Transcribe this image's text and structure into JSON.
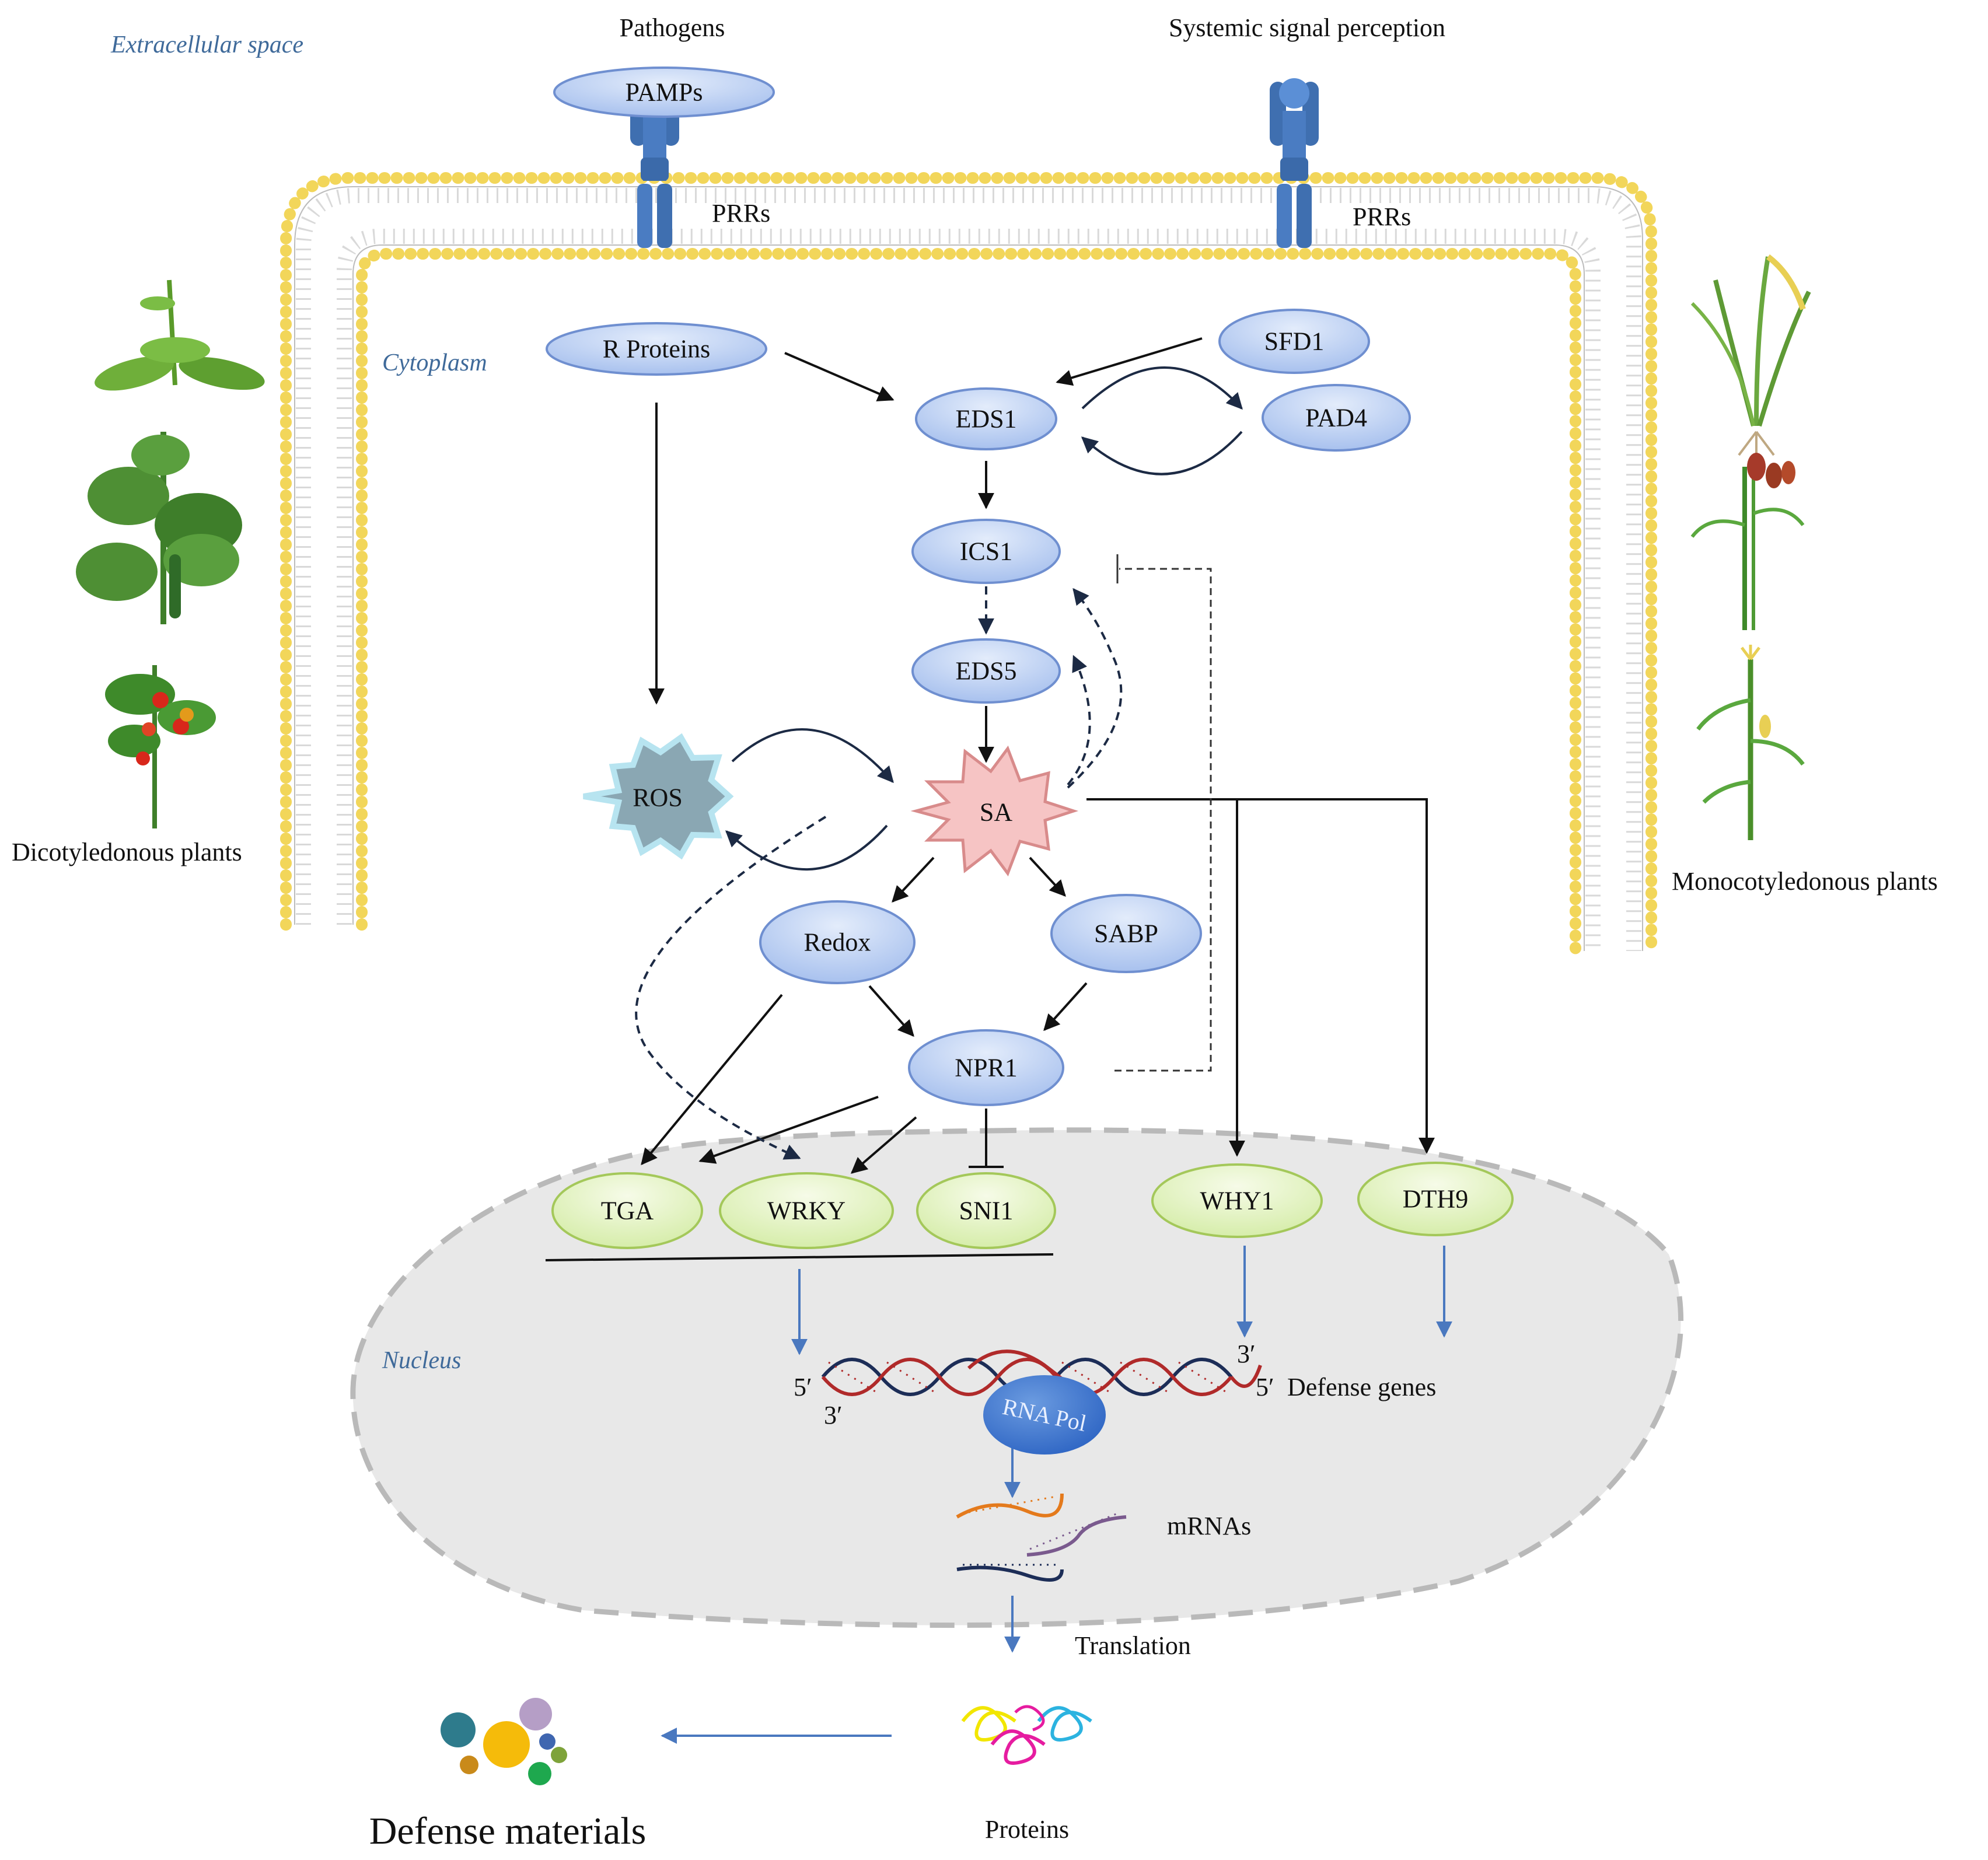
{
  "regions": {
    "extracellular": "Extracellular space",
    "cytoplasm": "Cytoplasm",
    "nucleus": "Nucleus"
  },
  "headings": {
    "pathogens": "Pathogens",
    "systemic": "Systemic signal perception"
  },
  "nodes": {
    "pamps": "PAMPs",
    "prrs_left": "PRRs",
    "prrs_right": "PRRs",
    "r_proteins": "R Proteins",
    "sfd1": "SFD1",
    "eds1": "EDS1",
    "pad4": "PAD4",
    "ics1": "ICS1",
    "eds5": "EDS5",
    "ros": "ROS",
    "sa": "SA",
    "redox": "Redox",
    "sabp": "SABP",
    "npr1": "NPR1",
    "tga": "TGA",
    "wrky": "WRKY",
    "sni1": "SNI1",
    "why1": "WHY1",
    "dth9": "DTH9",
    "rna_pol": "RNA Pol"
  },
  "labels": {
    "dicots": "Dicotyledonous  plants",
    "monocots": "Monocotyledonous plants",
    "five_prime_left": "5′",
    "three_prime_left": "3′",
    "three_prime_right": "3′",
    "five_prime_right": "5′",
    "defense_genes": "Defense genes",
    "mrnas": "mRNAs",
    "translation": "Translation",
    "proteins": "Proteins",
    "defense_materials": "Defense materials"
  },
  "colors": {
    "membrane_head": "#f2d65a",
    "receptor": "#3f6fb0",
    "node_blue": "#c4d6f5",
    "node_green": "#e4f3c7",
    "ros": "#8aa7b3",
    "sa": "#f6c4c4",
    "nucleus": "#e8e8e8"
  }
}
